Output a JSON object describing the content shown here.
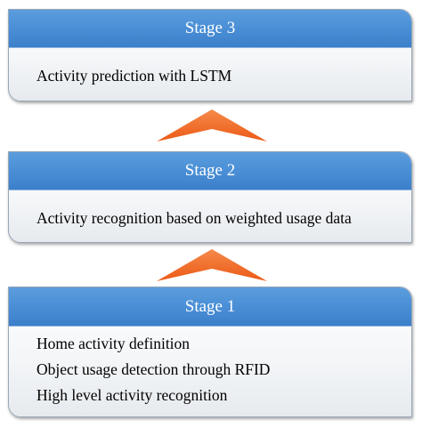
{
  "stages": [
    {
      "title": "Stage 3",
      "items": [
        "Activity prediction with LSTM"
      ]
    },
    {
      "title": "Stage 2",
      "items": [
        "Activity recognition based on weighted usage data"
      ]
    },
    {
      "title": "Stage 1",
      "items": [
        "Home activity definition",
        "Object usage detection through RFID",
        "High level activity recognition"
      ]
    }
  ],
  "colors": {
    "header": "#4a8fd6",
    "arrow": "#f26a24",
    "border": "#9aa7b6"
  }
}
